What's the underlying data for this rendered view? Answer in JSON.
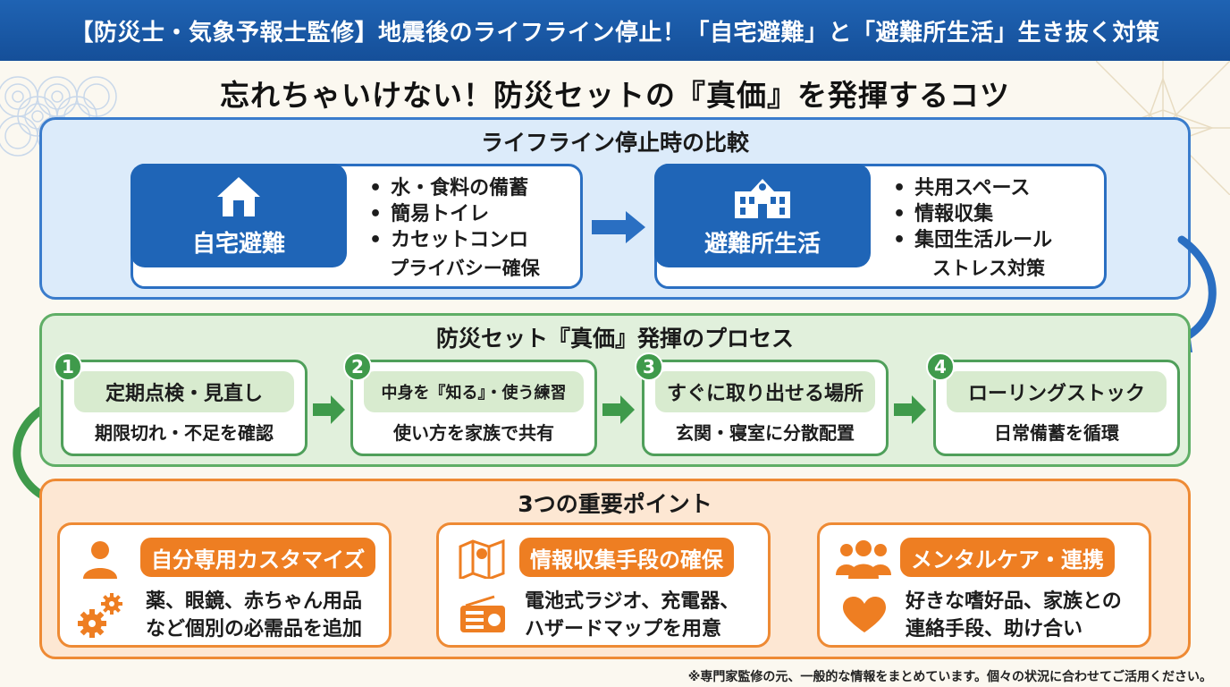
{
  "header": {
    "title": "【防災士・気象予報士監修】地震後のライフライン停止！「自宅避難」と「避難所生活」生き抜く対策"
  },
  "main_title": "忘れちゃいけない！防災セットの『真価』を発揮するコツ",
  "comparison": {
    "title": "ライフライン停止時の比較",
    "home": {
      "label": "自宅避難",
      "icon": "house-icon",
      "items": [
        "水・食料の備蓄",
        "簡易トイレ",
        "カセットコンロ"
      ],
      "footer": "プライバシー確保"
    },
    "shelter": {
      "label": "避難所生活",
      "icon": "school-building-icon",
      "items": [
        "共用スペース",
        "情報収集",
        "集団生活ルール"
      ],
      "footer": "ストレス対策"
    }
  },
  "process": {
    "title": "防災セット『真価』発揮のプロセス",
    "steps": [
      {
        "num": "1",
        "title": "定期点検・見直し",
        "sub": "期限切れ・不足を確認"
      },
      {
        "num": "2",
        "title": "中身を『知る』・使う練習",
        "sub": "使い方を家族で共有"
      },
      {
        "num": "3",
        "title": "すぐに取り出せる場所",
        "sub": "玄関・寝室に分散配置"
      },
      {
        "num": "4",
        "title": "ローリングストック",
        "sub": "日常備蓄を循環"
      }
    ]
  },
  "points": {
    "title": "3つの重要ポイント",
    "items": [
      {
        "title": "自分専用カスタマイズ",
        "line1": "薬、眼鏡、赤ちゃん用品",
        "line2": "など個別の必需品を追加",
        "icons": [
          "person-icon",
          "gears-icon"
        ]
      },
      {
        "title": "情報収集手段の確保",
        "line1": "電池式ラジオ、充電器、",
        "line2": "ハザードマップを用意",
        "icons": [
          "map-icon",
          "radio-icon"
        ]
      },
      {
        "title": "メンタルケア・連携",
        "line1": "好きな嗜好品、家族との",
        "line2": "連絡手段、助け合い",
        "icons": [
          "group-icon",
          "heart-icon"
        ]
      }
    ]
  },
  "footnote": "※専門家監修の元、一般的な情報をまとめています。個々の状況に合わせてご活用ください。",
  "colors": {
    "header_blue": "#1a5aa8",
    "section_blue": "#dcebfa",
    "section_green": "#e1f0dc",
    "section_orange": "#fde7d3",
    "accent_orange": "#ee7e22",
    "accent_green": "#3f9a4b"
  }
}
